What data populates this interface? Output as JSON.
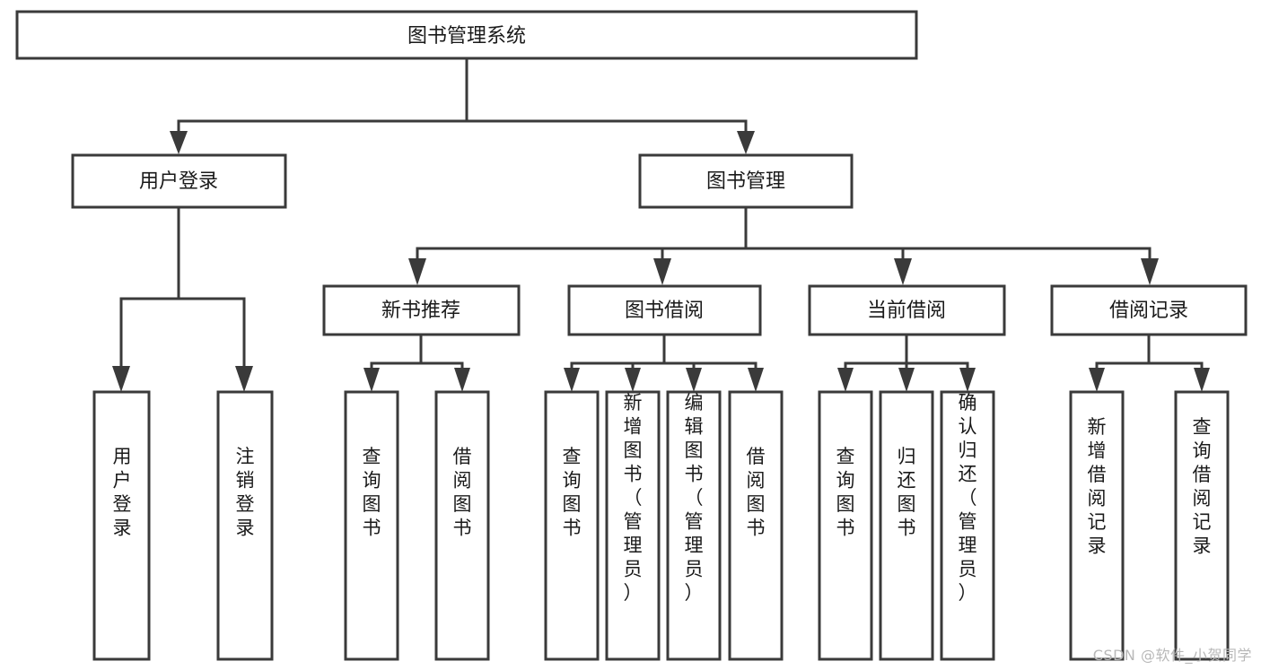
{
  "diagram": {
    "title": "图书管理系统",
    "type": "tree-hierarchy",
    "root": {
      "id": "root",
      "label": "图书管理系统"
    },
    "level2": [
      {
        "id": "user-login",
        "label": "用户登录"
      },
      {
        "id": "book-manage",
        "label": "图书管理"
      }
    ],
    "level3": [
      {
        "id": "new-book-rec",
        "label": "新书推荐",
        "parent": "book-manage"
      },
      {
        "id": "book-borrow",
        "label": "图书借阅",
        "parent": "book-manage"
      },
      {
        "id": "current-borrow",
        "label": "当前借阅",
        "parent": "book-manage"
      },
      {
        "id": "borrow-record",
        "label": "借阅记录",
        "parent": "book-manage"
      }
    ],
    "leaves": [
      {
        "id": "leaf-user-login",
        "label": "用户登录",
        "parent": "user-login"
      },
      {
        "id": "leaf-logout",
        "label": "注销登录",
        "parent": "user-login"
      },
      {
        "id": "leaf-query-book-1",
        "label": "查询图书",
        "parent": "new-book-rec"
      },
      {
        "id": "leaf-borrow-book-1",
        "label": "借阅图书",
        "parent": "new-book-rec"
      },
      {
        "id": "leaf-query-book-2",
        "label": "查询图书",
        "parent": "book-borrow"
      },
      {
        "id": "leaf-add-book",
        "label": "新增图书（管理员）",
        "parent": "book-borrow"
      },
      {
        "id": "leaf-edit-book",
        "label": "编辑图书（管理员）",
        "parent": "book-borrow"
      },
      {
        "id": "leaf-borrow-book-2",
        "label": "借阅图书",
        "parent": "book-borrow"
      },
      {
        "id": "leaf-query-book-3",
        "label": "查询图书",
        "parent": "current-borrow"
      },
      {
        "id": "leaf-return-book",
        "label": "归还图书",
        "parent": "current-borrow"
      },
      {
        "id": "leaf-confirm-return",
        "label": "确认归还（管理员）",
        "parent": "current-borrow"
      },
      {
        "id": "leaf-add-record",
        "label": "新增借阅记录",
        "parent": "borrow-record"
      },
      {
        "id": "leaf-query-record",
        "label": "查询借阅记录",
        "parent": "borrow-record"
      }
    ],
    "colors": {
      "stroke": "#3a3a3a",
      "fill": "#ffffff",
      "text": "#1a1a1a",
      "watermark": "#b8b8b8"
    }
  },
  "watermark": {
    "text": "CSDN @软件_小贺同学"
  }
}
